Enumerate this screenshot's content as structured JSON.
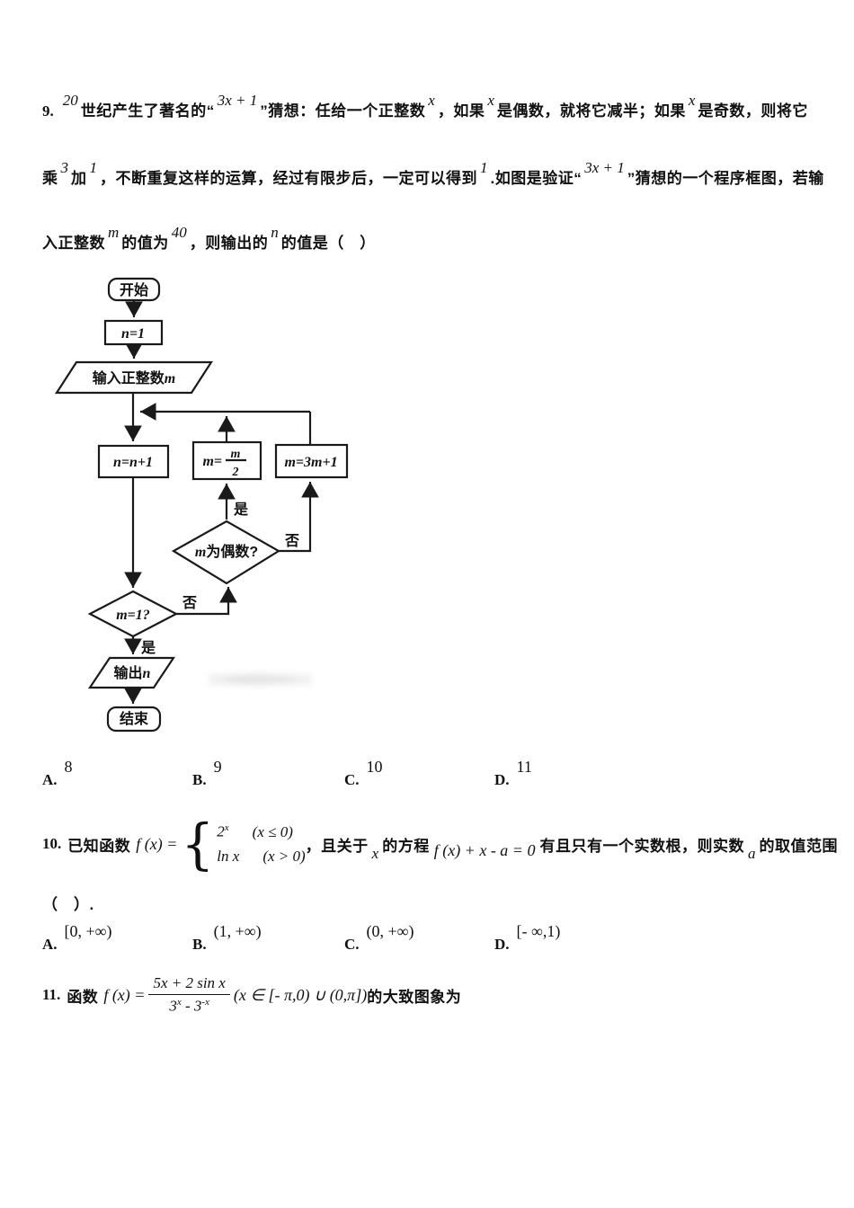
{
  "q9": {
    "line1": [
      [
        "qn",
        "9."
      ],
      [
        "supi",
        "20"
      ],
      [
        "cn",
        "世纪产生了著名的“"
      ],
      [
        "supi",
        "3x + 1"
      ],
      [
        "cn",
        "”猜想：任给一个正整数"
      ],
      [
        "supi",
        "x"
      ],
      [
        "cn",
        "，如果"
      ],
      [
        "supi",
        "x"
      ],
      [
        "cn",
        "是偶数，就将它减半；如果"
      ],
      [
        "supi",
        "x"
      ],
      [
        "cn",
        "是奇数，则将它"
      ]
    ],
    "line2": [
      [
        "cn",
        "乘"
      ],
      [
        "supi",
        "3"
      ],
      [
        "cn",
        "加"
      ],
      [
        "supi",
        "1"
      ],
      [
        "cn",
        "，不断重复这样的运算，经过有限步后，一定可以得到"
      ],
      [
        "supi",
        "1"
      ],
      [
        "cn",
        ".如图是验证“"
      ],
      [
        "supi",
        "3x + 1"
      ],
      [
        "cn",
        "”猜想的一个程序框图，若输"
      ]
    ],
    "line3": [
      [
        "cn",
        "入正整数"
      ],
      [
        "supi",
        "m"
      ],
      [
        "cn",
        "的值为"
      ],
      [
        "supi",
        "40"
      ],
      [
        "cn",
        "，则输出的"
      ],
      [
        "supi",
        "n"
      ],
      [
        "cn",
        "的值是（　）"
      ]
    ],
    "options": [
      {
        "letter": "A.",
        "value": "8"
      },
      {
        "letter": "B.",
        "value": "9"
      },
      {
        "letter": "C.",
        "value": "10"
      },
      {
        "letter": "D.",
        "value": "11"
      }
    ]
  },
  "flowchart": {
    "start": "开始",
    "init": "n=1",
    "input_cn": "输入正整数",
    "input_var": "m",
    "inc": "n=n+1",
    "half_pre": "m=",
    "half_num": "m",
    "half_den": "2",
    "triple": "m=3m+1",
    "even_var": "m",
    "even_cn": "为偶数?",
    "one": "m=1?",
    "out_cn": "输出",
    "out_var": "n",
    "end": "结束",
    "yes_even": "是",
    "no_even": "否",
    "yes_one": "是",
    "no_one": "否"
  },
  "q10": {
    "number": "10.",
    "label": "已知函数",
    "formula": {
      "fx": "f (x) =",
      "brace": "{",
      "r1a": "2",
      "r1sup": "x",
      "r1b": "(x ≤ 0)",
      "r2a": "ln x",
      "r2b": "(x > 0)"
    },
    "post": [
      [
        "cn",
        "，且关于"
      ],
      [
        "subi",
        "x"
      ],
      [
        "cn",
        "的方程"
      ],
      [
        "subm",
        "f (x) + x - a = 0"
      ],
      [
        "cn",
        "有且只有一个实数根，则实数"
      ],
      [
        "subi",
        "a"
      ],
      [
        "cn",
        "的取值范围"
      ]
    ],
    "paren_line": "（　）.",
    "options": [
      {
        "letter": "A.",
        "value": "[0, +∞)"
      },
      {
        "letter": "B.",
        "value": "(1, +∞)"
      },
      {
        "letter": "C.",
        "value": "(0, +∞)"
      },
      {
        "letter": "D.",
        "value": "[- ∞,1)"
      }
    ]
  },
  "q11": {
    "number": "11.",
    "label": "函数",
    "fx": "f (x) =",
    "frac": {
      "num": "5x + 2 sin x",
      "den1": "3",
      "densup1": "x",
      "den2": " - 3",
      "densup2": "-x"
    },
    "domain": "(x ∈ [- π,0) ∪ (0,π])",
    "post": "的大致图象为"
  }
}
